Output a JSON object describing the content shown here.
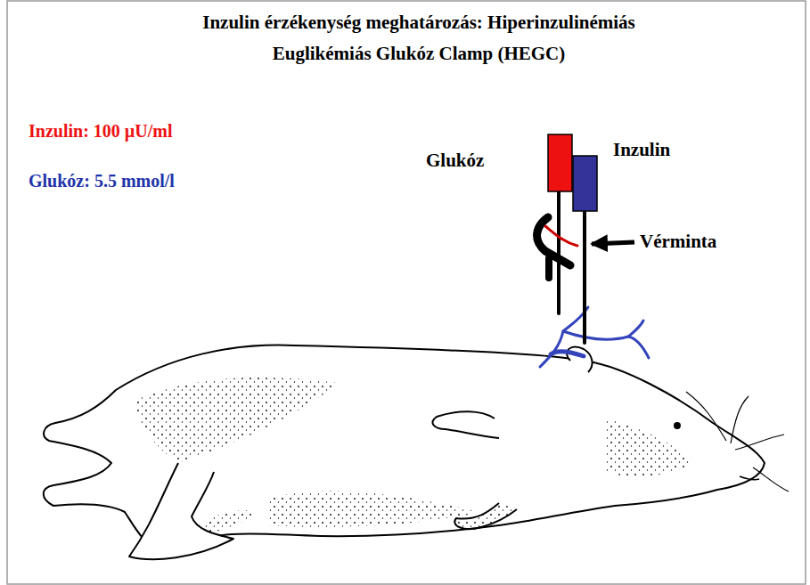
{
  "diagram": {
    "title": "Inzulin érzékenység meghatározás: Hiperinzulinémiás Euglikémiás Glukóz Clamp (HEGC)",
    "labels": [
      "Inzulin: 100 µU/ml",
      "Glukóz: 5.5 mmol/l",
      "Glukóz",
      "Inzulin",
      "Vérminta"
    ]
  }
}
